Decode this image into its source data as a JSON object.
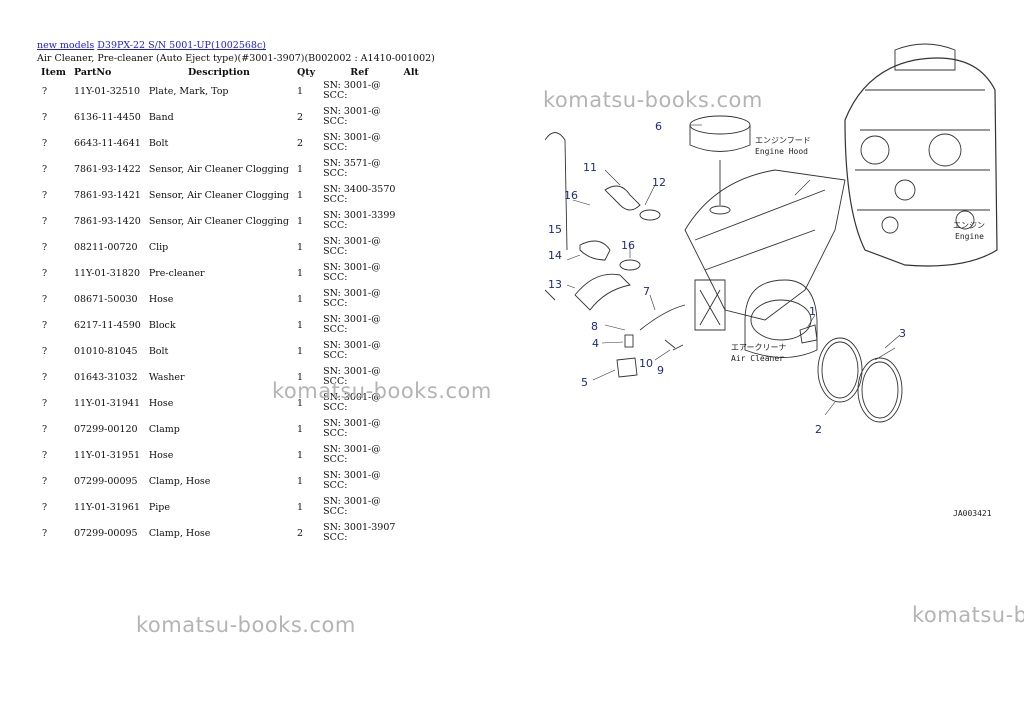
{
  "breadcrumb": {
    "link1": "new models",
    "link2": "D39PX-22 S/N 5001-UP(1002568c)"
  },
  "subtitle": "Air Cleaner, Pre-cleaner (Auto Eject type)(#3001-3907)(B002002 : A1410-001002)",
  "table": {
    "headers": {
      "item": "Item",
      "partno": "PartNo",
      "desc": "Description",
      "qty": "Qty",
      "ref": "Ref",
      "alt": "Alt"
    },
    "rows": [
      {
        "item": "?",
        "partno": "11Y-01-32510",
        "desc": "Plate, Mark, Top",
        "qty": "1",
        "sn": "SN: 3001-@",
        "scc": "SCC:"
      },
      {
        "item": "?",
        "partno": "6136-11-4450",
        "desc": "Band",
        "qty": "2",
        "sn": "SN: 3001-@",
        "scc": "SCC:"
      },
      {
        "item": "?",
        "partno": "6643-11-4641",
        "desc": "Bolt",
        "qty": "2",
        "sn": "SN: 3001-@",
        "scc": "SCC:"
      },
      {
        "item": "?",
        "partno": "7861-93-1422",
        "desc": "Sensor, Air Cleaner Clogging",
        "qty": "1",
        "sn": "SN: 3571-@",
        "scc": "SCC:"
      },
      {
        "item": "?",
        "partno": "7861-93-1421",
        "desc": "Sensor, Air Cleaner Clogging",
        "qty": "1",
        "sn": "SN: 3400-3570",
        "scc": "SCC:"
      },
      {
        "item": "?",
        "partno": "7861-93-1420",
        "desc": "Sensor, Air Cleaner Clogging",
        "qty": "1",
        "sn": "SN: 3001-3399",
        "scc": "SCC:"
      },
      {
        "item": "?",
        "partno": "08211-00720",
        "desc": "Clip",
        "qty": "1",
        "sn": "SN: 3001-@",
        "scc": "SCC:"
      },
      {
        "item": "?",
        "partno": "11Y-01-31820",
        "desc": "Pre-cleaner",
        "qty": "1",
        "sn": "SN: 3001-@",
        "scc": "SCC:"
      },
      {
        "item": "?",
        "partno": "08671-50030",
        "desc": "Hose",
        "qty": "1",
        "sn": "SN: 3001-@",
        "scc": "SCC:"
      },
      {
        "item": "?",
        "partno": "6217-11-4590",
        "desc": "Block",
        "qty": "1",
        "sn": "SN: 3001-@",
        "scc": "SCC:"
      },
      {
        "item": "?",
        "partno": "01010-81045",
        "desc": "Bolt",
        "qty": "1",
        "sn": "SN: 3001-@",
        "scc": "SCC:"
      },
      {
        "item": "?",
        "partno": "01643-31032",
        "desc": "Washer",
        "qty": "1",
        "sn": "SN: 3001-@",
        "scc": "SCC:"
      },
      {
        "item": "?",
        "partno": "11Y-01-31941",
        "desc": "Hose",
        "qty": "1",
        "sn": "SN: 3001-@",
        "scc": "SCC:"
      },
      {
        "item": "?",
        "partno": "07299-00120",
        "desc": "Clamp",
        "qty": "1",
        "sn": "SN: 3001-@",
        "scc": "SCC:"
      },
      {
        "item": "?",
        "partno": "11Y-01-31951",
        "desc": "Hose",
        "qty": "1",
        "sn": "SN: 3001-@",
        "scc": "SCC:"
      },
      {
        "item": "?",
        "partno": "07299-00095",
        "desc": "Clamp, Hose",
        "qty": "1",
        "sn": "SN: 3001-@",
        "scc": "SCC:"
      },
      {
        "item": "?",
        "partno": "11Y-01-31961",
        "desc": "Pipe",
        "qty": "1",
        "sn": "SN: 3001-@",
        "scc": "SCC:"
      },
      {
        "item": "?",
        "partno": "07299-00095",
        "desc": "Clamp, Hose",
        "qty": "2",
        "sn": "SN: 3001-3907",
        "scc": "SCC:"
      }
    ]
  },
  "watermark": {
    "text1": "komatsu-books.com",
    "text2": "komatsu-books.com",
    "text3": "komatsu-books.com",
    "text4": "komatsu-b"
  },
  "diagram": {
    "numbers": [
      "1",
      "2",
      "3",
      "4",
      "5",
      "6",
      "7",
      "8",
      "9",
      "10",
      "11",
      "12",
      "13",
      "14",
      "15",
      "16",
      "16"
    ],
    "label_engine_hood_jp": "エンジンフード",
    "label_engine_hood": "Engine Hood",
    "label_engine_jp": "エンジン",
    "label_engine": "Engine",
    "label_air_cleaner_jp": "エアークリーナ",
    "label_air_cleaner": "Air Cleaner",
    "code": "JA003421"
  }
}
